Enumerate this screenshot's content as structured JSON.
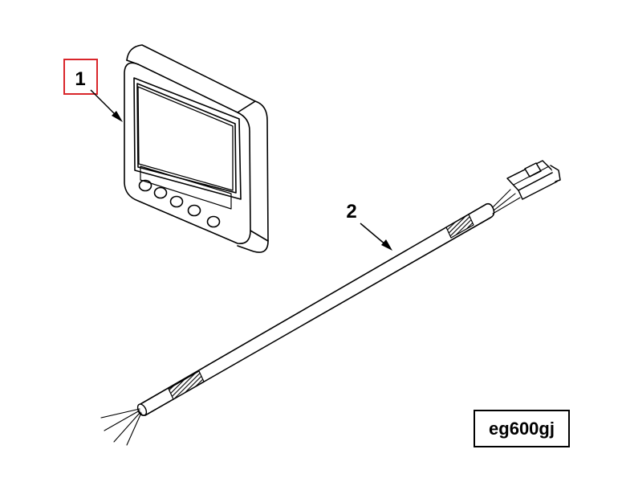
{
  "callouts": [
    {
      "label": "1",
      "highlighted": true
    },
    {
      "label": "2",
      "highlighted": false
    }
  ],
  "figure_id": "eg600gj",
  "colors": {
    "line": "#000000",
    "background": "#ffffff",
    "highlight_box": "#d9262b"
  },
  "parts": [
    {
      "name": "display-module"
    },
    {
      "name": "wiring-harness"
    }
  ]
}
